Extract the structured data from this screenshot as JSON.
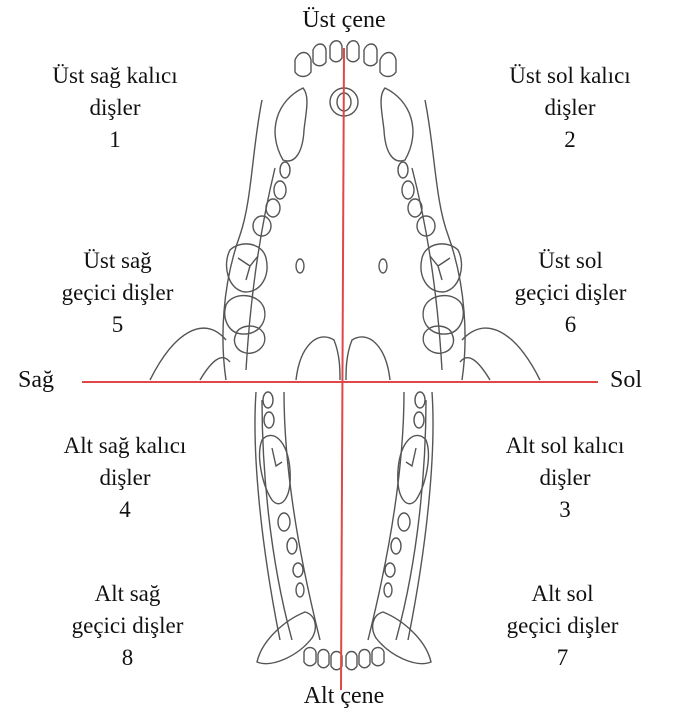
{
  "diagram": {
    "top_label": "Üst çene",
    "bottom_label": "Alt çene",
    "right_side_label": "Sağ",
    "left_side_label": "Sol",
    "quadrants": [
      {
        "id": "1",
        "lines": [
          "Üst sağ kalıcı",
          "dişler",
          "1"
        ]
      },
      {
        "id": "2",
        "lines": [
          "Üst sol kalıcı",
          "dişler",
          "2"
        ]
      },
      {
        "id": "5",
        "lines": [
          "Üst sağ",
          "geçici dişler",
          "5"
        ]
      },
      {
        "id": "6",
        "lines": [
          "Üst sol",
          "geçici dişler",
          "6"
        ]
      },
      {
        "id": "4",
        "lines": [
          "Alt sağ kalıcı",
          "dişler",
          "4"
        ]
      },
      {
        "id": "3",
        "lines": [
          "Alt sol kalıcı",
          "dişler",
          "3"
        ]
      },
      {
        "id": "8",
        "lines": [
          "Alt sağ",
          "geçici dişler",
          "8"
        ]
      },
      {
        "id": "7",
        "lines": [
          "Alt sol",
          "geçici dişler",
          "7"
        ]
      }
    ],
    "colors": {
      "axis_line": "#e04848",
      "outline": "#555555",
      "text": "#111111"
    }
  }
}
